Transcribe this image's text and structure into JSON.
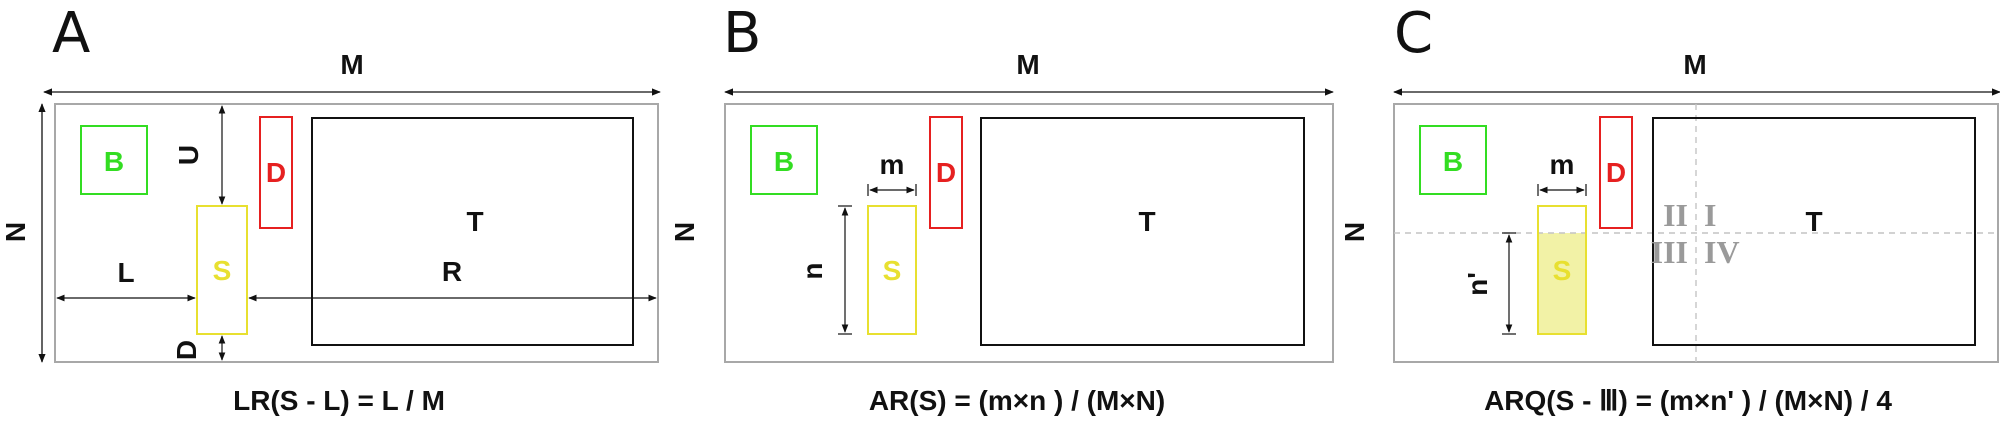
{
  "colors": {
    "B": "#33dd22",
    "D": "#e62020",
    "S": "#e8e030",
    "T": "#111111",
    "frame": "#a8a8a8",
    "quadrant": "#9a9a9a",
    "overlap_fill": "#f2f2a6"
  },
  "panels": [
    {
      "letter": "A",
      "width_label": "M",
      "height_label": "N",
      "box_labels": {
        "B": "B",
        "D": "D",
        "S": "S",
        "T": "T"
      },
      "distances": {
        "up": "U",
        "down": "D",
        "left": "L",
        "right": "R"
      },
      "formula": "LR(S - L) = L / M"
    },
    {
      "letter": "B",
      "width_label": "M",
      "height_label": "N",
      "box_labels": {
        "B": "B",
        "D": "D",
        "S": "S",
        "T": "T"
      },
      "dims": {
        "m": "m",
        "n": "n"
      },
      "formula": "AR(S) = (m×n ) / (M×N)"
    },
    {
      "letter": "C",
      "width_label": "M",
      "height_label": "N",
      "box_labels": {
        "B": "B",
        "D": "D",
        "S": "S",
        "T": "T"
      },
      "dims": {
        "m": "m",
        "n": "n'"
      },
      "quadrants": {
        "q1": "I",
        "q2": "II",
        "q3": "III",
        "q4": "IV"
      },
      "formula": "ARQ(S - Ⅲ) =  (m×n' ) / (M×N) / 4"
    }
  ]
}
